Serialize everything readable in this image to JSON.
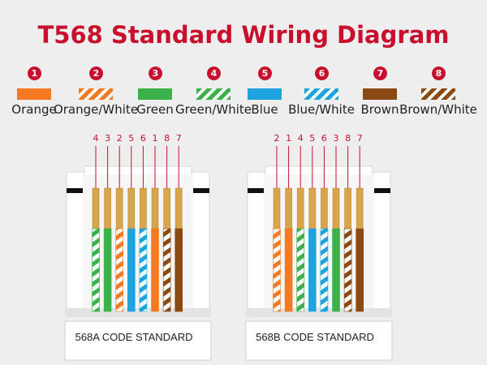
{
  "title": "T568 Standard Wiring Diagram",
  "colors": {
    "accent": "#c8102e",
    "orange": "#f47920",
    "green": "#3cb04a",
    "blue": "#1fa3e0",
    "brown": "#8b4a14",
    "gold": "#d8a64a"
  },
  "legend": [
    {
      "number": "1",
      "label": "Orange",
      "color": "#f47920",
      "striped": false
    },
    {
      "number": "2",
      "label": "Orange/White",
      "color": "#f47920",
      "striped": true
    },
    {
      "number": "3",
      "label": "Green",
      "color": "#3cb04a",
      "striped": false
    },
    {
      "number": "4",
      "label": "Green/White",
      "color": "#3cb04a",
      "striped": true
    },
    {
      "number": "5",
      "label": "Blue",
      "color": "#1fa3e0",
      "striped": false
    },
    {
      "number": "6",
      "label": "Blue/White",
      "color": "#1fa3e0",
      "striped": true
    },
    {
      "number": "7",
      "label": "Brown",
      "color": "#8b4a14",
      "striped": false
    },
    {
      "number": "8",
      "label": "Brown/White",
      "color": "#8b4a14",
      "striped": true
    }
  ],
  "connectors": [
    {
      "label": "568A CODE STANDARD",
      "pins": [
        "4",
        "3",
        "2",
        "5",
        "6",
        "1",
        "8",
        "7"
      ]
    },
    {
      "label": "568B CODE STANDARD",
      "pins": [
        "2",
        "1",
        "4",
        "5",
        "6",
        "3",
        "8",
        "7"
      ]
    }
  ]
}
